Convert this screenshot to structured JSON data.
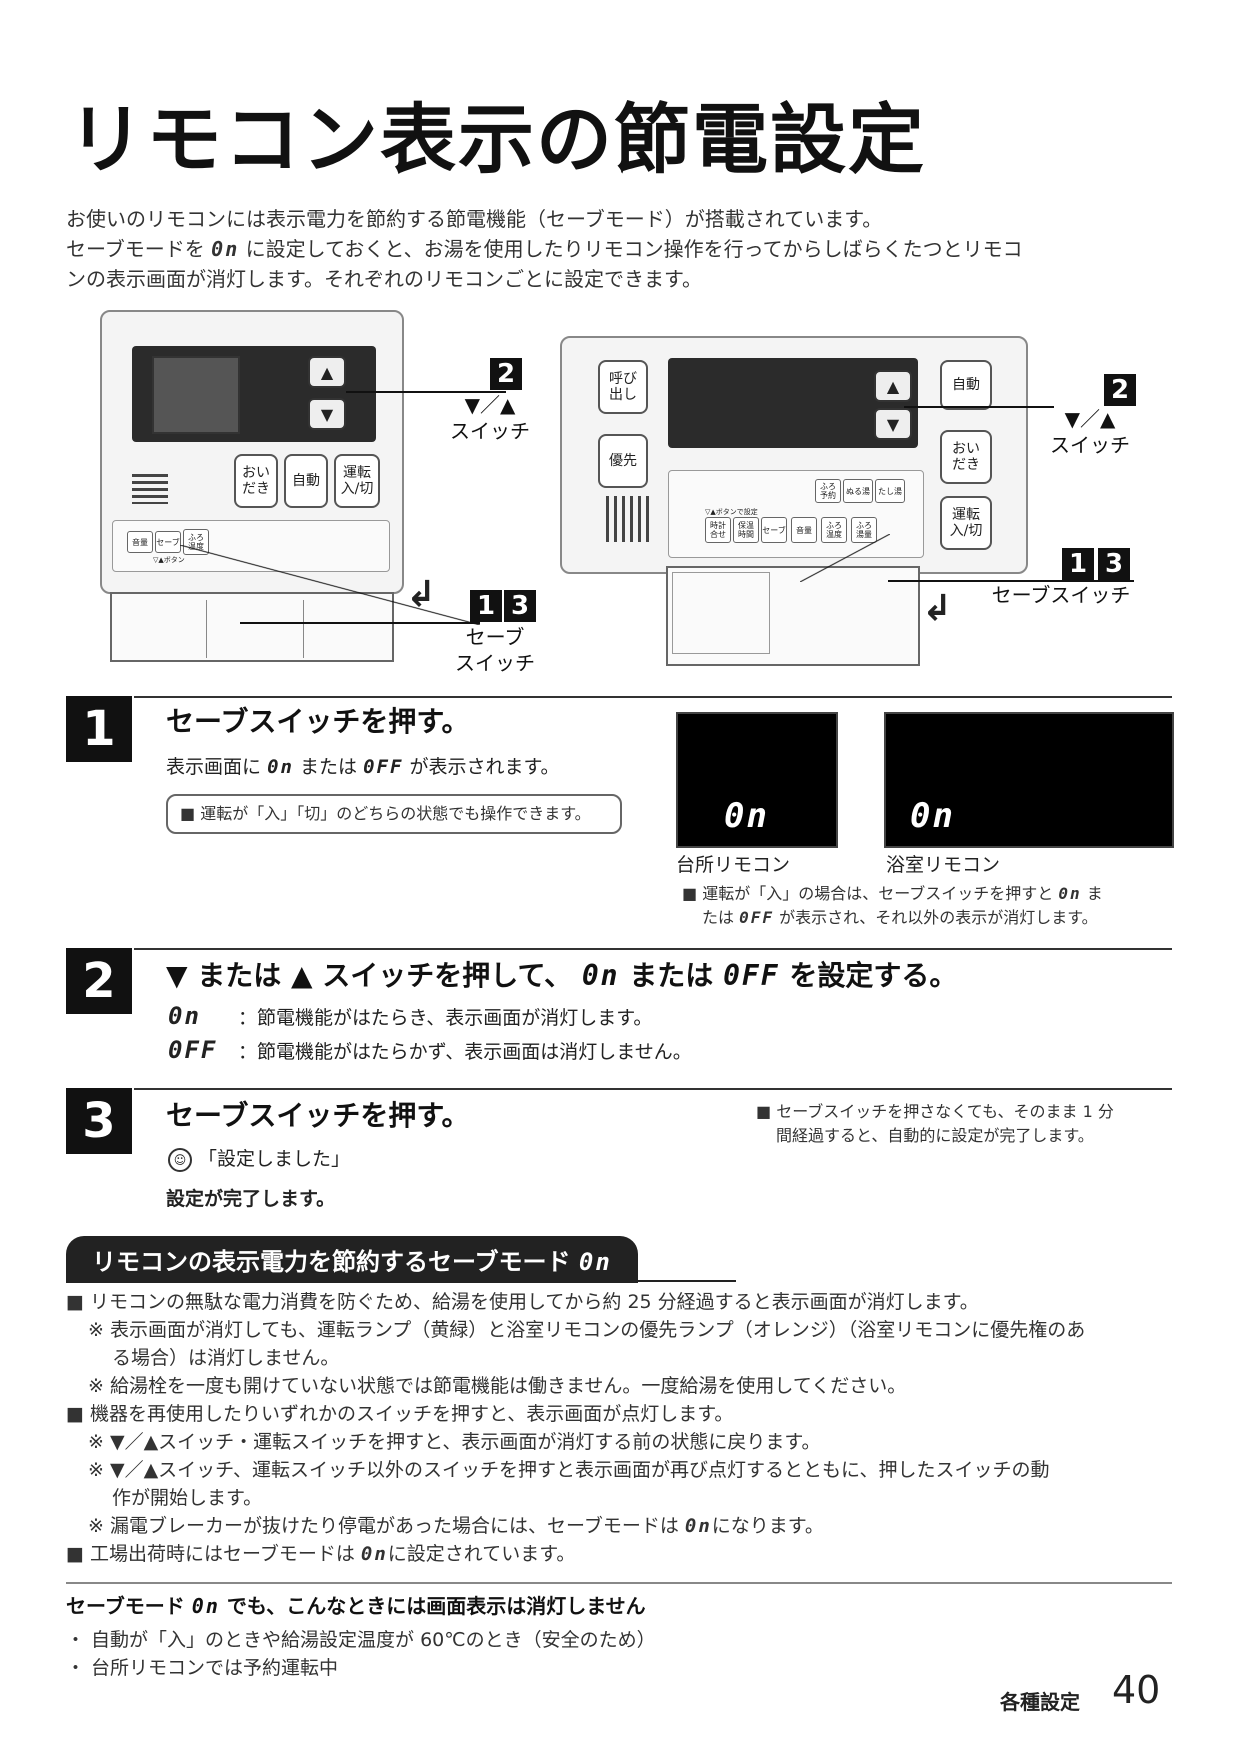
{
  "title": "リモコン表示の節電設定",
  "intro": {
    "line1": "お使いのリモコンには表示電力を節約する節電機能（セーブモード）が搭載されています。",
    "line2a": "セーブモードを",
    "line2b": "に設定しておくと、お湯を使用したりリモコン操作を行ってからしばらくたつとリモコ",
    "line3": "ンの表示画面が消灯します。それぞれのリモコンごとに設定できます。"
  },
  "seg": {
    "on": "0n",
    "off": "0FF"
  },
  "kitchen_remote": {
    "btn_oidaki": "おい\nだき",
    "btn_jido": "自動",
    "btn_unten": "運転\n入/切",
    "small": [
      "音量",
      "セーブ",
      "ふろ\n温度"
    ],
    "small_caption": "▽▲ボタン",
    "callout_num": "2",
    "callout_text": "▼／▲\nスイッチ",
    "callout2_nums": [
      "1",
      "3"
    ],
    "callout2_text": "セーブ\nスイッチ"
  },
  "bath_remote": {
    "btn_yobi": "呼び\n出し",
    "btn_yusen": "優先",
    "btn_jido": "自動",
    "btn_oidaki": "おい\nだき",
    "btn_unten": "運転\n入/切",
    "top_row": [
      "ふろ\n予約",
      "ぬる湯",
      "たし湯"
    ],
    "caption": "▽▲ボタンで設定",
    "bottom_row": [
      "時計\n合せ",
      "保温\n時間",
      "セーブ",
      "音量",
      "ふろ\n温度",
      "ふろ\n湯量"
    ],
    "callout_num": "2",
    "callout_text": "▼／▲\nスイッチ",
    "callout2_nums": [
      "1",
      "3"
    ],
    "callout2_text": "セーブスイッチ"
  },
  "step1": {
    "num": "1",
    "head": "セーブスイッチを押す。",
    "body_a": "表示画面に",
    "body_b": "または",
    "body_c": "が表示されます。",
    "note": "■ 運転が「入」「切」のどちらの状態でも操作できます。",
    "label_kitchen": "台所リモコン",
    "label_bath": "浴室リモコン",
    "side_note_a": "■ 運転が「入」の場合は、セーブスイッチを押すと",
    "side_note_b": "ま",
    "side_note_c": "たは",
    "side_note_d": "が表示され、それ以外の表示が消灯します。"
  },
  "step2": {
    "num": "2",
    "head_a": "▼ または ▲ スイッチを押して、",
    "head_b": "または",
    "head_c": "を設定する。",
    "on_desc": "：節電機能がはたらき、表示画面が消灯します。",
    "off_desc": "：節電機能がはたらかず、表示画面は消灯しません。"
  },
  "step3": {
    "num": "3",
    "head": "セーブスイッチを押す。",
    "voice": "「設定しました」",
    "done": "設定が完了します。",
    "note1": "■ セーブスイッチを押さなくても、そのまま 1 分",
    "note2": "間経過すると、自動的に設定が完了します。"
  },
  "section": {
    "title": "リモコンの表示電力を節約するセーブモード",
    "b1": "■ リモコンの無駄な電力消費を防ぐため、給湯を使用してから約 25 分経過すると表示画面が消灯します。",
    "b1n1a": "※ 表示画面が消灯しても、運転ランプ（黄緑）と浴室リモコンの優先ランプ（オレンジ）（浴室リモコンに優先権のあ",
    "b1n1b": "る場合）は消灯しません。",
    "b1n2": "※ 給湯栓を一度も開けていない状態では節電機能は働きません。一度給湯を使用してください。",
    "b2": "■ 機器を再使用したりいずれかのスイッチを押すと、表示画面が点灯します。",
    "b2n1": "※ ▼／▲スイッチ・運転スイッチを押すと、表示画面が消灯する前の状態に戻ります。",
    "b2n2a": "※ ▼／▲スイッチ、運転スイッチ以外のスイッチを押すと表示画面が再び点灯するとともに、押したスイッチの動",
    "b2n2b": "作が開始します。",
    "b2n3a": "※ 漏電ブレーカーが抜けたり停電があった場合には、セーブモードは",
    "b2n3b": "になります。",
    "b3a": "■ 工場出荷時にはセーブモードは",
    "b3b": "に設定されています。"
  },
  "exceptions": {
    "head_a": "セーブモード",
    "head_b": "でも、こんなときには画面表示は消灯しません",
    "i1": "・ 自動が「入」のときや給湯設定温度が 60℃のとき（安全のため）",
    "i2": "・ 台所リモコンでは予約運転中"
  },
  "footer": {
    "label": "各種設定",
    "page": "40"
  }
}
